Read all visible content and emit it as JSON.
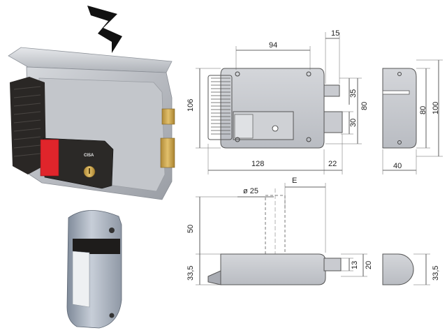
{
  "colors": {
    "lock_body": "#b7bac0",
    "cover_plate": "#cfd2d7",
    "handle_black": "#2a2725",
    "button_red": "#e0252b",
    "brass": "#c9a34a",
    "drawing_fill": "#c9cbd0",
    "line": "#333333"
  },
  "brand_logo": "CISA",
  "icons": {
    "top_left": "lightning-bolt-icon"
  },
  "dimensions": {
    "front": {
      "width_94": "94",
      "offset_15": "15",
      "height_106": "106",
      "length_128": "128",
      "bolt_22": "22",
      "v_35": "35",
      "v_30": "30",
      "v_80": "80"
    },
    "side": {
      "v_80": "80",
      "v_100": "100",
      "w_40": "40"
    },
    "plan": {
      "diam_25": "ø 25",
      "label_e": "E",
      "v_50": "50",
      "v_33_5": "33,5",
      "v_13": "13",
      "v_20": "20"
    },
    "end": {
      "v_33_5": "33,5"
    }
  }
}
